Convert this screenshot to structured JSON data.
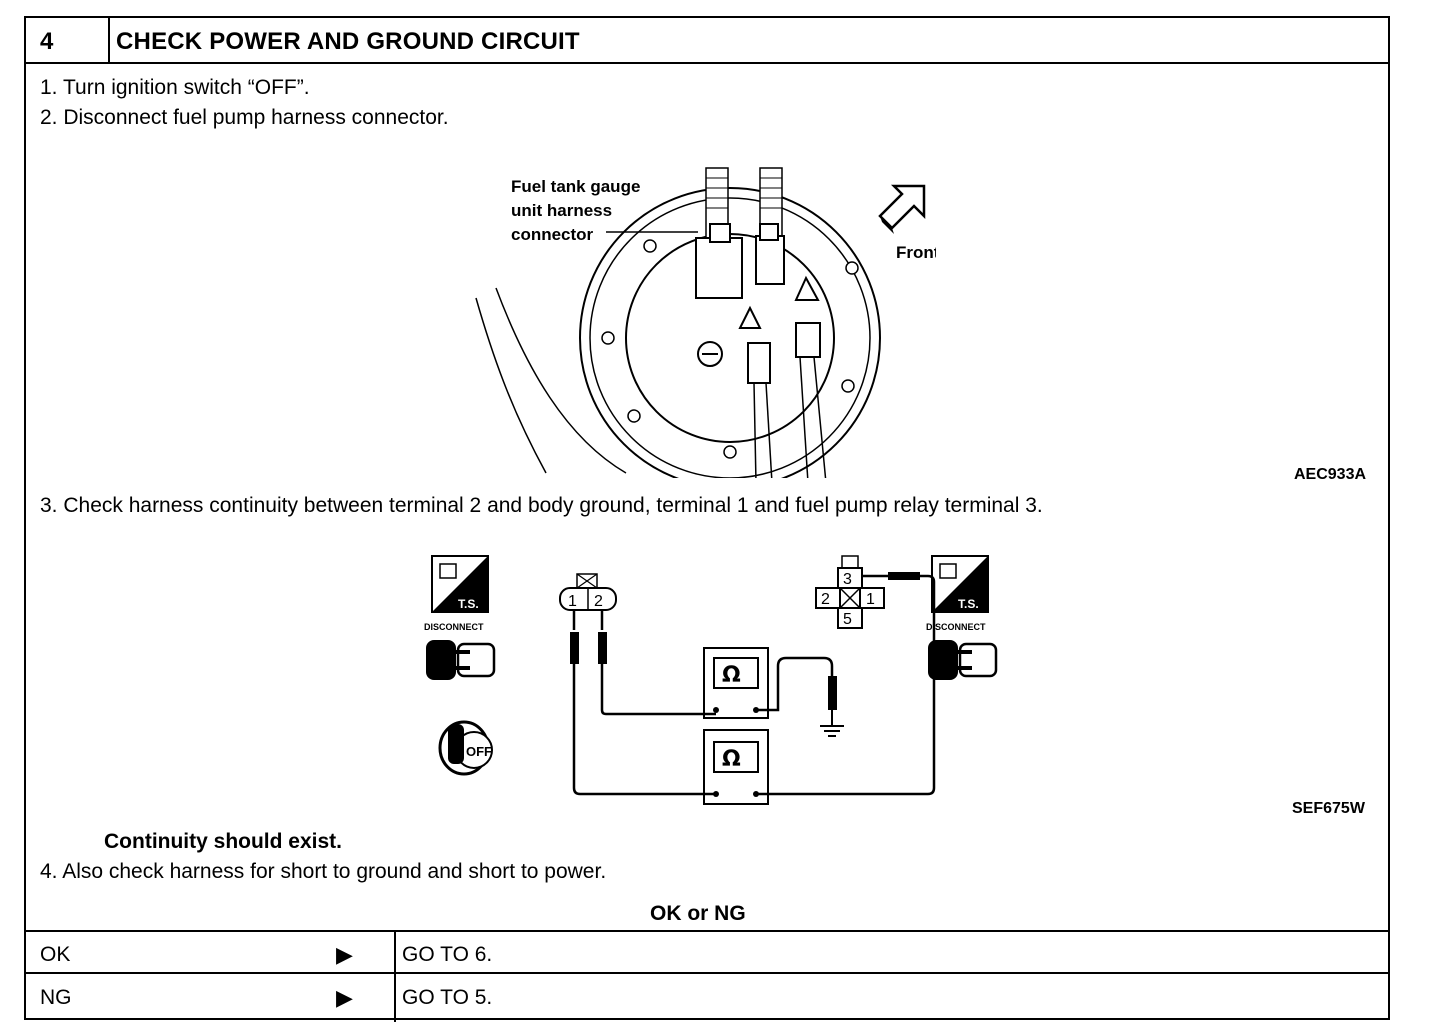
{
  "step": {
    "number": "4",
    "title": "CHECK POWER AND GROUND CIRCUIT"
  },
  "instructions": {
    "item1": "1.  Turn ignition switch “OFF”.",
    "item2": "2.  Disconnect fuel pump harness connector.",
    "item3": "3.  Check harness continuity between terminal 2 and body ground, terminal 1 and fuel pump relay terminal 3.",
    "result": "Continuity should exist.",
    "item4": "4.  Also check harness for short to ground and short to power."
  },
  "figure1": {
    "code": "AEC933A",
    "callout_line1": "Fuel tank gauge",
    "callout_line2": "unit harness",
    "callout_line3": "connector",
    "front_label": "Front"
  },
  "figure2": {
    "code": "SEF675W",
    "ts_label": "T.S.",
    "disconnect_label": "DISCONNECT",
    "key_label": "OFF",
    "pump_terminals": [
      "1",
      "2"
    ],
    "relay_terminals": [
      "3",
      "2",
      "1",
      "5"
    ],
    "ohm_symbol": "Ω"
  },
  "judgement": {
    "label": "OK or NG",
    "rows": [
      {
        "result": "OK",
        "arrow": "▶",
        "action": "GO TO 6."
      },
      {
        "result": "NG",
        "arrow": "▶",
        "action": "GO TO 5."
      }
    ]
  }
}
